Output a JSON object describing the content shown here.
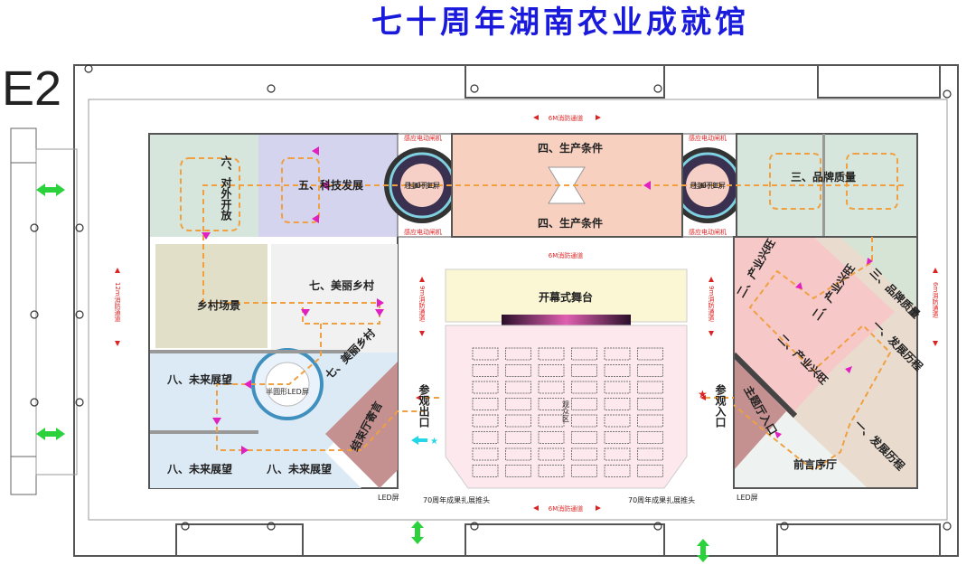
{
  "title": "七十周年湖南农业成就馆",
  "hall_code": "E2",
  "colors": {
    "title": "#1a1adc",
    "route": "#f0a040",
    "arrow": "#e020c0",
    "fire_lane": "#d22222"
  },
  "zones": {
    "z6": "六、对外开放",
    "z5": "五、科技发展",
    "led360_left": "悬挂360环形LED屏",
    "z4_top": "四、生产条件",
    "z4_bottom": "四、生产条件",
    "led360_right": "悬挂360环形LED屏",
    "z3_top": "三、品牌质量",
    "z3_right": "三、品牌质量",
    "rural": "乡村场景",
    "z7_top": "七、美丽乡村",
    "z7_diag": "七、美丽乡村",
    "semi_led": "半圆形LED屏",
    "z8_a": "八、未来展望",
    "z8_b": "八、未来展望",
    "z8_c": "八、未来展望",
    "end_hall": "结束厅寄言",
    "stage": "开幕式舞台",
    "audience": "观众区",
    "z2_a": "二、产业兴旺",
    "z2_b": "二、产业兴旺",
    "z2_c": "二、产业兴旺",
    "z1_a": "一、发展历程",
    "z1_b": "一、发展历程",
    "entrance_hall": "主题厅入口",
    "preface": "前言序厅"
  },
  "labels": {
    "fire_6m_top": "6M消防通道",
    "fire_6m_mid": "6M消防通道",
    "fire_6m_bottom": "6M消防通道",
    "gate_1": "感应电动闸机",
    "gate_2": "感应电动闸机",
    "gate_3": "感应电动闸机",
    "gate_4": "感应电动闸机",
    "fire_9m_left": "9m消防通道",
    "fire_9m_right": "9m消防通道",
    "fire_12m": "12m消防通道",
    "fire_6m_right": "6m消防通道",
    "exit": "参观出口",
    "entrance": "参观入口",
    "led_left": "LED屏",
    "led_right": "LED屏",
    "booth_left": "70周年成果扎展推头",
    "booth_right": "70周年成果扎展推头"
  }
}
